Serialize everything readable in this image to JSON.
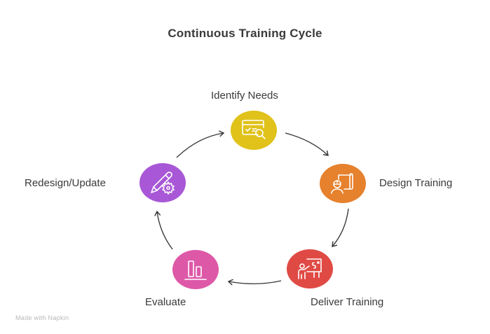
{
  "title": "Continuous Training Cycle",
  "steps": [
    {
      "label": "Identify Needs",
      "icon": "needs-analysis-icon",
      "color": "#e0c21a"
    },
    {
      "label": "Design Training",
      "icon": "blueprint-engineer-icon",
      "color": "#e6812d"
    },
    {
      "label": "Deliver Training",
      "icon": "presenter-board-icon",
      "color": "#e04a45"
    },
    {
      "label": "Evaluate",
      "icon": "bar-chart-icon",
      "color": "#de58a8"
    },
    {
      "label": "Redesign/Update",
      "icon": "pencil-gear-icon",
      "color": "#a858d6"
    }
  ],
  "footer": "Made with Napkin"
}
